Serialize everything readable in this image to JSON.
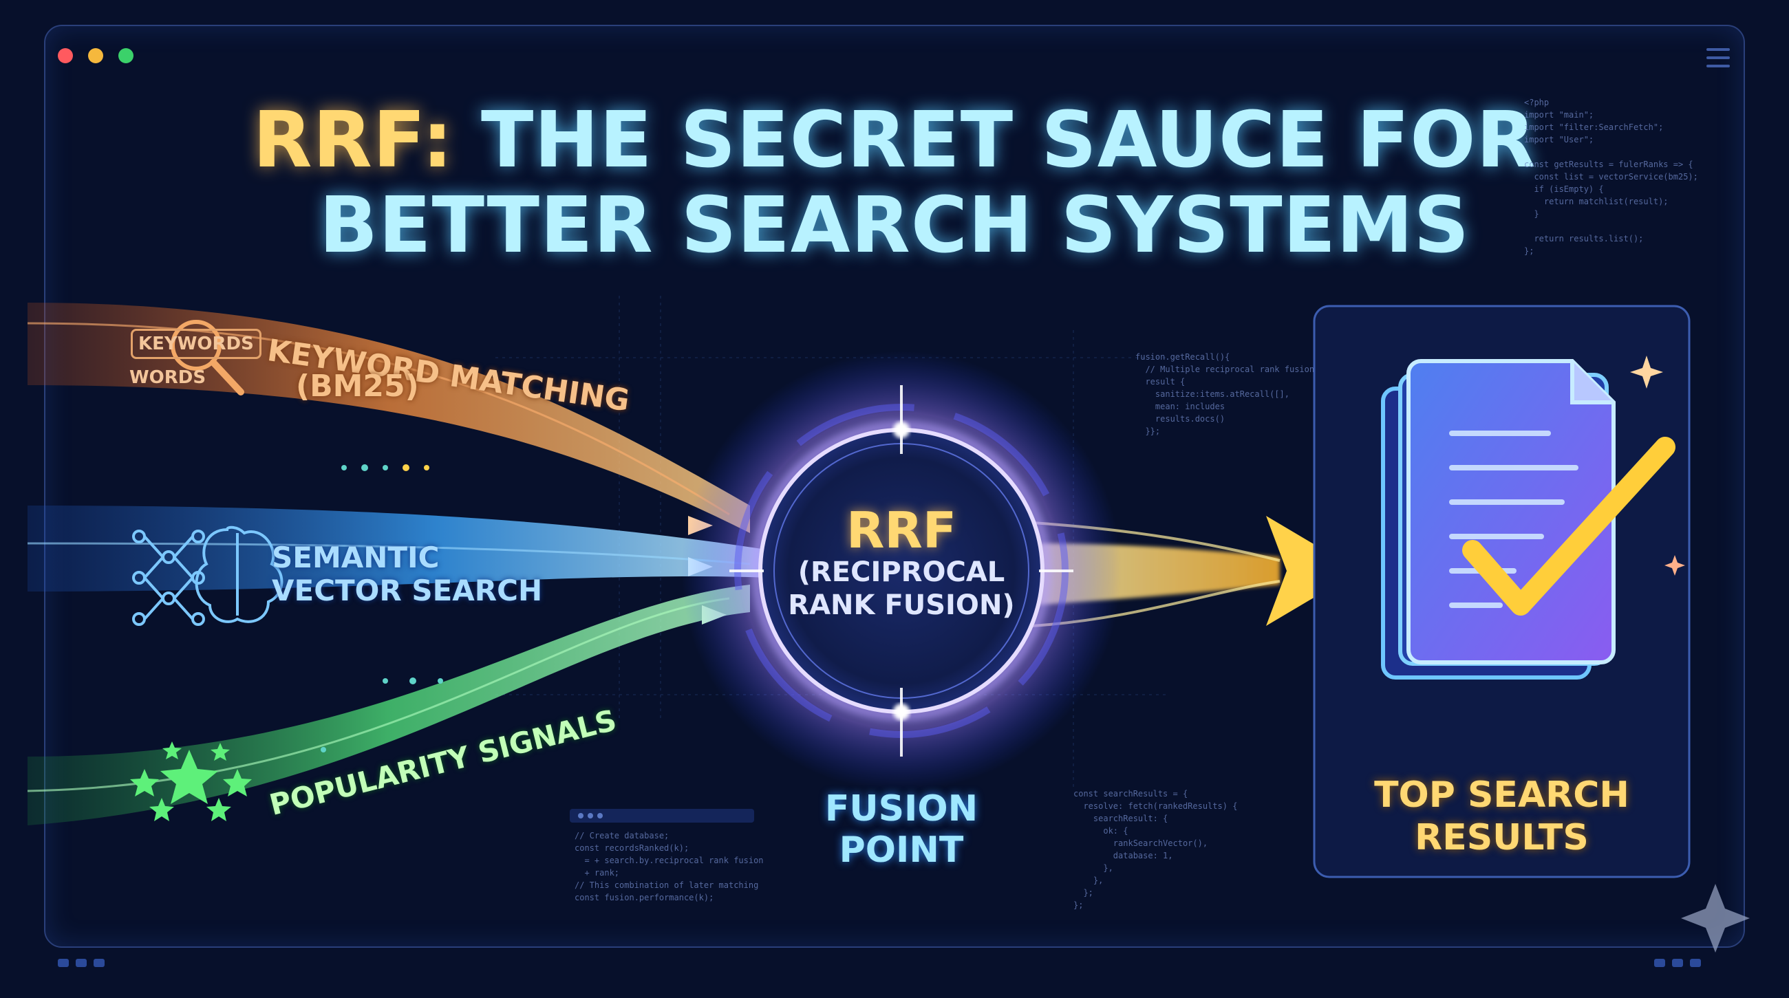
{
  "title": {
    "line1_highlight": "RRF:",
    "line1_rest": "THE SECRET SAUCE FOR",
    "line2": "BETTER SEARCH SYSTEMS"
  },
  "sources": [
    {
      "label_line1": "KEYWORD MATCHING",
      "label_line2": "(BM25)",
      "icon": "keywords-magnifier-icon",
      "icon_text_top": "KEYWORDS",
      "icon_text_bottom": "WORDS",
      "color": "#f0a05a"
    },
    {
      "label_line1": "SEMANTIC",
      "label_line2": "VECTOR SEARCH",
      "icon": "neural-brain-icon",
      "color": "#7cc8ff"
    },
    {
      "label_line1": "POPULARITY SIGNALS",
      "icon": "stars-icon",
      "color": "#8cf08c"
    }
  ],
  "fusion": {
    "circle_line1": "RRF",
    "circle_line2": "(RECIPROCAL",
    "circle_line3": "RANK FUSION)",
    "caption_line1": "FUSION",
    "caption_line2": "POINT"
  },
  "results": {
    "caption_line1": "TOP SEARCH",
    "caption_line2": "RESULTS"
  },
  "code_snippets": {
    "top_right": "<?php\nimport \"main\";\nimport \"filter:SearchFetch\";\nimport \"User\";\n\nconst getResults = fulerRanks => {\n  const list = vectorService(bm25);\n  if (isEmpty) {\n    return matchlist(result);\n  }\n\n  return results.list();\n};",
    "middle": "fusion.getRecall(){\n  // Multiple reciprocal rank fusion\n  result {\n    sanitize:items.atRecall([],\n    mean: includes\n    results.docs()\n  }};",
    "bottom_left": "// Create database;\nconst recordsRanked(k);\n  = + search.by.reciprocal rank fusion\n  + rank;\n// This combination of later matching\nconst fusion.performance(k);",
    "bottom_mid": "const searchResults = {\n  resolve: fetch(rankedResults) {\n    searchResult: {\n      ok: {\n        rankSearchVector(),\n        database: 1,\n      },\n    },\n  };\n};"
  },
  "colors": {
    "background": "#07102b",
    "keyword": "#f08a3c",
    "semantic": "#3aa6ff",
    "popularity": "#4fe07a",
    "fusion_ring": "#9a7bff",
    "output": "#ffd24a",
    "document": "#6aa8ff"
  }
}
